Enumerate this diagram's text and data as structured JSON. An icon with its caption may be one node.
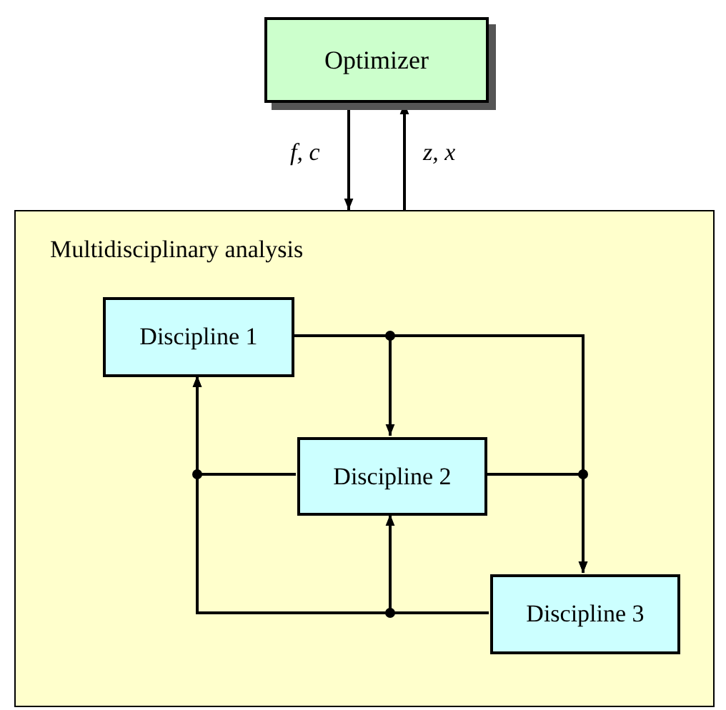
{
  "diagram": {
    "nodes": [
      {
        "text": [
          "Optimizer"
        ]
      },
      {
        "text": [
          "Multidisciplinary analysis"
        ]
      },
      {
        "text": [
          "Discipline 1"
        ],
        "in": 1
      },
      {
        "text": [
          "Discipline 2"
        ],
        "in": 1
      },
      {
        "text": [
          "Discipline 3"
        ],
        "in": 1
      }
    ],
    "edges": [
      {
        "from": 0,
        "to": 1,
        "arrow": "to",
        "label": "f, c"
      },
      {
        "from": 1,
        "to": 0,
        "arrow": "to",
        "label": "z, x"
      },
      {
        "from": 2,
        "to": 3,
        "arrow": "to"
      },
      {
        "from": 2,
        "to": 4,
        "arrow": "to"
      },
      {
        "from": 3,
        "to": 4,
        "arrow": "to"
      },
      {
        "from": 3,
        "to": 2,
        "arrow": "to"
      },
      {
        "from": 4,
        "to": 2,
        "arrow": "to"
      },
      {
        "from": 4,
        "to": 3,
        "arrow": "to"
      }
    ]
  }
}
